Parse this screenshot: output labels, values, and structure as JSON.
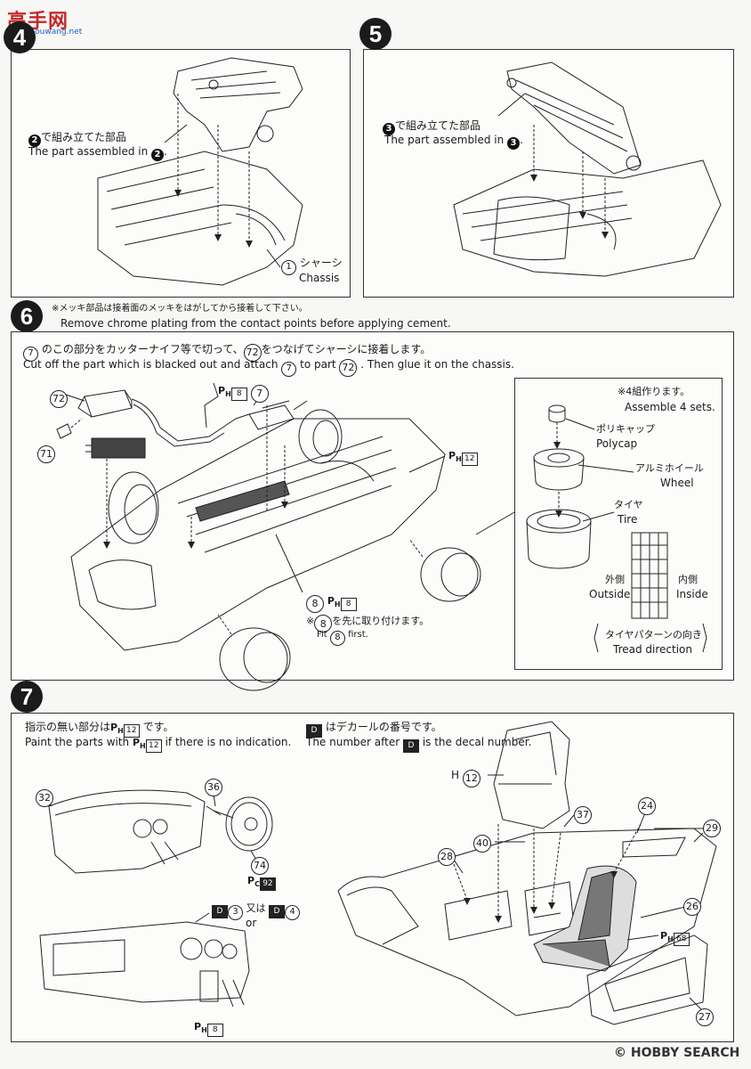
{
  "header": {
    "logo_text": "高手网",
    "logo_url": "gaoshouwang.net"
  },
  "step4": {
    "number": "4",
    "label_jp": "で組み立てた部品",
    "label_en": "The part assembled in",
    "ref": "2",
    "part1_num": "1",
    "part1_jp": "シャーシ",
    "part1_en": "Chassis"
  },
  "step5": {
    "number": "5",
    "label_jp": "で組み立てた部品",
    "label_en": "The part assembled in",
    "ref": "3"
  },
  "step6": {
    "number": "6",
    "note_jp": "※メッキ部品は接着面のメッキをはがしてから接着して下さい。",
    "note_en": "Remove chrome plating from the contact points before applying cement.",
    "inst_jp_a": "のこの部分をカッターナイフ等で切って、",
    "inst_jp_b": "をつなげてシャーシに接着します。",
    "inst_en_a": "Cut off the part which is blacked out and attach",
    "inst_en_b": "to part",
    "inst_en_c": ". Then glue it on the chassis.",
    "part7": "7",
    "part72": "72",
    "part71": "71",
    "part8": "8",
    "ph8_box": "8",
    "ph12_box": "12",
    "fit_jp": "を先に取り付けます。",
    "fit_en": "first.",
    "fit_prefix_en": "Fit",
    "wheel_box": {
      "make_jp": "※4組作ります。",
      "make_en": "Assemble 4 sets.",
      "polycap_jp": "ポリキャップ",
      "polycap_en": "Polycap",
      "wheel_jp": "アルミホイール",
      "wheel_en": "Wheel",
      "tire_jp": "タイヤ",
      "tire_en": "Tire",
      "outside_jp": "外側",
      "outside_en": "Outside",
      "inside_jp": "内側",
      "inside_en": "Inside",
      "tread_jp": "タイヤパターンの向き",
      "tread_en": "Tread direction"
    }
  },
  "step7": {
    "number": "7",
    "paint_jp_a": "指示の無い部分は",
    "paint_jp_b": "です。",
    "paint_en_a": "Paint the parts with",
    "paint_en_b": "if there is no indication.",
    "paint_box": "12",
    "decal_jp": "はデカールの番号です。",
    "decal_en_a": "The number after",
    "decal_en_b": "is the decal number.",
    "decal_letter": "D",
    "parts": {
      "p32": "32",
      "p36": "36",
      "p74": "74",
      "pc92": "92",
      "p12": "12",
      "p37": "37",
      "p24": "24",
      "p29": "29",
      "p28": "28",
      "p40": "40",
      "p26": "26",
      "ph68": "68",
      "p27": "27",
      "ph8": "8"
    },
    "h_label": "H",
    "decal3": "3",
    "decal4": "4",
    "or_jp": "又は",
    "or_en": "or"
  },
  "footer": {
    "watermark": "HOBBY SEARCH",
    "copyright": "©"
  }
}
